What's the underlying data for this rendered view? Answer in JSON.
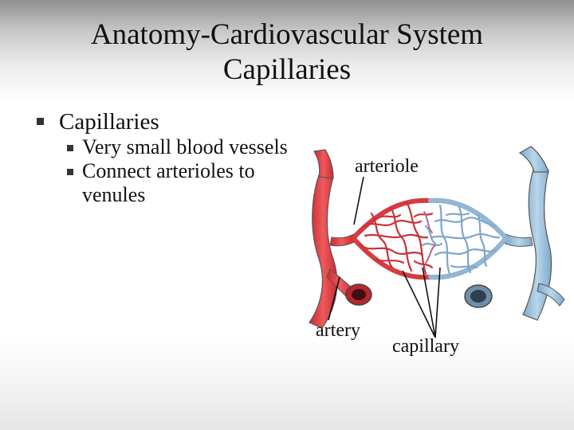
{
  "slide": {
    "title_line1": "Anatomy-Cardiovascular System",
    "title_line2": "Capillaries",
    "bullet_main": "Capillaries",
    "sub_bullets": [
      "Very small blood vessels",
      "Connect arterioles to venules"
    ]
  },
  "diagram": {
    "labels": {
      "arteriole": "arteriole",
      "artery": "artery",
      "capillary": "capillary"
    }
  },
  "colors": {
    "artery_red": "#e03b3f",
    "vein_blue": "#9fc4df",
    "outline": "#555555"
  }
}
